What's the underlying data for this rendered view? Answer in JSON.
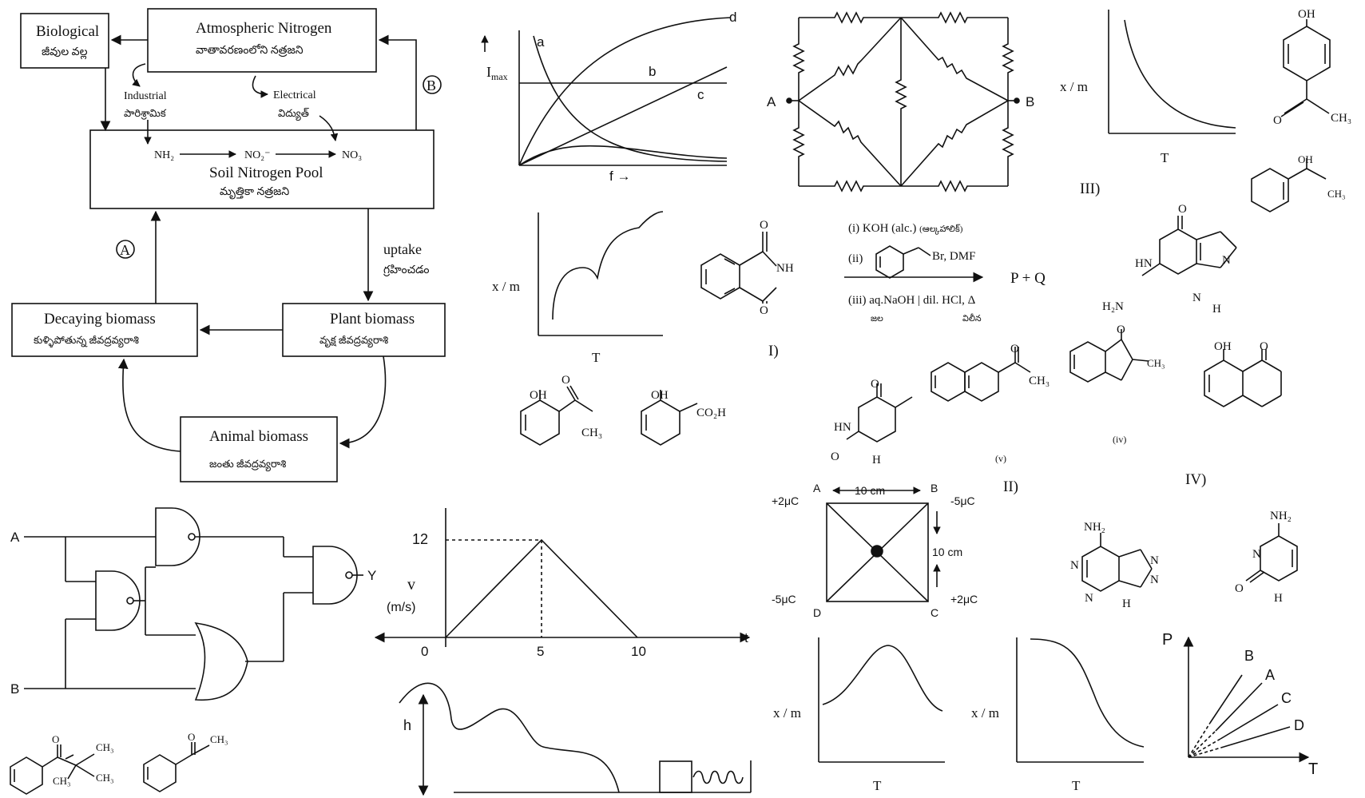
{
  "nitrogen_cycle": {
    "biological": "Biological",
    "biological_te": "జీవుల వల్ల",
    "atmospheric": "Atmospheric Nitrogen",
    "atmospheric_te": "వాతావరణంలోని నత్రజని",
    "industrial": "Industrial",
    "industrial_te": "పారిశ్రామిక",
    "electrical": "Electrical",
    "electrical_te": "విద్యుత్",
    "label_b": "B",
    "label_a": "A",
    "nh2": "NH₂",
    "no2": "NO₂⁻",
    "no3": "NO₃",
    "soil_pool": "Soil Nitrogen Pool",
    "soil_pool_te": "మృత్తికా నత్రజని",
    "uptake": "uptake",
    "uptake_te": "గ్రహించడం",
    "decaying": "Decaying biomass",
    "decaying_te": "కుళ్ళిపోతున్న జీవద్రవ్యరాశి",
    "plant": "Plant biomass",
    "plant_te": "వృక్ష జీవద్రవ్యరాశి",
    "animal": "Animal biomass",
    "animal_te": "జంతు జీవద్రవ్యరాశి"
  },
  "logic_circuit": {
    "input_a": "A",
    "input_b": "B",
    "output": "Y"
  },
  "curves_graph": {
    "ylabel": "I",
    "ylabel_sub": "max",
    "xlabel": "f →",
    "curve_a": "a",
    "curve_b": "b",
    "curve_c": "c",
    "curve_d": "d"
  },
  "xm_graph_1": {
    "ylabel": "x / m",
    "xlabel": "T"
  },
  "vt_graph": {
    "ylabel": "v",
    "yunit": "(m/s)",
    "xlabel": "t",
    "peak": "12",
    "origin": "0",
    "mid": "5",
    "end": "10",
    "chart_data": {
      "type": "line",
      "x": [
        0,
        5,
        10
      ],
      "y": [
        0,
        12,
        0
      ],
      "xlabel": "t",
      "ylabel": "v (m/s)"
    }
  },
  "h_diagram": {
    "label": "h"
  },
  "resistor_network": {
    "node_a": "A",
    "node_b": "B"
  },
  "reaction": {
    "step1": "(i) KOH (alc.)",
    "step1_te": "(ఆల్కహాలిక్)",
    "step2_num": "(ii)",
    "step2": "Br, DMF",
    "step3": "(iii) aq.NaOH | dil. HCl, Δ",
    "step3_te_a": "జల",
    "step3_te_b": "విలీన",
    "product": "P + Q",
    "label_i": "I)",
    "nh": "NH",
    "o": "O"
  },
  "charges_square": {
    "a": "A",
    "b": "B",
    "c": "C",
    "d": "D",
    "side_top": "10 cm",
    "side_right": "10 cm",
    "q_a": "+2μC",
    "q_b": "-5μC",
    "q_c": "+2μC",
    "q_d": "-5μC"
  },
  "xm_graph_top": {
    "ylabel": "x / m",
    "xlabel": "T"
  },
  "xm_graph_peak": {
    "ylabel": "x / m",
    "xlabel": "T"
  },
  "xm_graph_sigmoid": {
    "ylabel": "x / m",
    "xlabel": "T"
  },
  "pt_graph": {
    "ylabel": "P",
    "xlabel": "T",
    "line_a": "A",
    "line_b": "B",
    "line_c": "C",
    "line_d": "D"
  },
  "structures": {
    "label_iii": "III)",
    "label_ii": "II)",
    "label_iv": "IV)",
    "label_iv_small": "(iv)",
    "label_v_small": "(v)",
    "oh": "OH",
    "ch3": "CH₃",
    "co2h": "CO₂H",
    "o": "O",
    "hn": "HN",
    "n": "N",
    "h": "H",
    "h2n": "H₂N",
    "nh2": "NH₂"
  }
}
